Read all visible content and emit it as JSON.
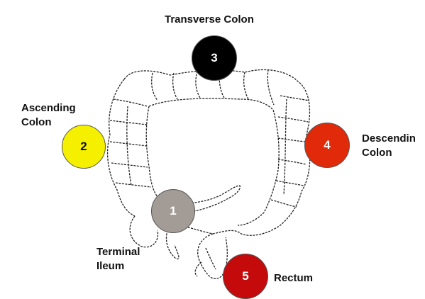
{
  "labels": {
    "transverse": "Transverse Colon",
    "ascending_line1": "Ascending",
    "ascending_line2": "Colon",
    "descending_line1": "Descendin",
    "descending_line2": "Colon",
    "terminal_line1": "Terminal",
    "terminal_line2": "Ileum",
    "rectum": "Rectum"
  },
  "markers": [
    {
      "id": "terminal-ileum",
      "number": "1",
      "fill": "#a39b95",
      "text_color": "#ffffff"
    },
    {
      "id": "ascending-colon",
      "number": "2",
      "fill": "#f5f000",
      "text_color": "#111111"
    },
    {
      "id": "transverse-colon",
      "number": "3",
      "fill": "#000000",
      "text_color": "#ffffff"
    },
    {
      "id": "descending-colon",
      "number": "4",
      "fill": "#e02a0a",
      "text_color": "#ffffff"
    },
    {
      "id": "rectum",
      "number": "5",
      "fill": "#c40a0a",
      "text_color": "#ffffff"
    }
  ],
  "colors": {
    "outline": "#222222",
    "background": "#ffffff"
  }
}
